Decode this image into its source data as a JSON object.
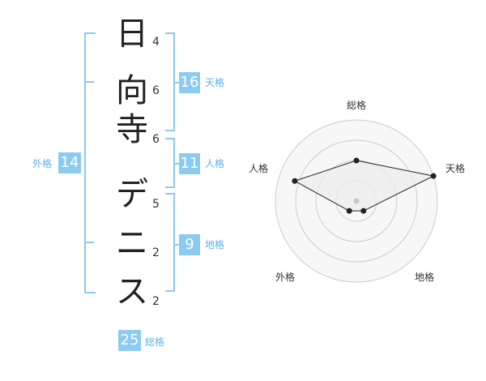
{
  "name": {
    "chars": [
      "日",
      "向",
      "寺",
      "デ",
      "ニ",
      "ス"
    ],
    "strokes": [
      "4",
      "6",
      "6",
      "5",
      "2",
      "2"
    ]
  },
  "fortunes": {
    "tenkaku": {
      "value": "16",
      "label": "天格"
    },
    "jinkaku": {
      "value": "11",
      "label": "人格"
    },
    "chikaku": {
      "value": "9",
      "label": "地格"
    },
    "gaikaku": {
      "value": "14",
      "label": "外格"
    },
    "soukaku": {
      "value": "25",
      "label": "総格"
    }
  },
  "radar": {
    "axes": [
      "総格",
      "天格",
      "地格",
      "外格",
      "人格"
    ],
    "values": [
      0.5,
      1.0,
      0.15,
      0.15,
      0.8
    ],
    "colors": {
      "fill": "#eeeeee",
      "line": "#222222",
      "grid": "#cccccc"
    }
  },
  "colors": {
    "accent": "#8ccbf1"
  }
}
